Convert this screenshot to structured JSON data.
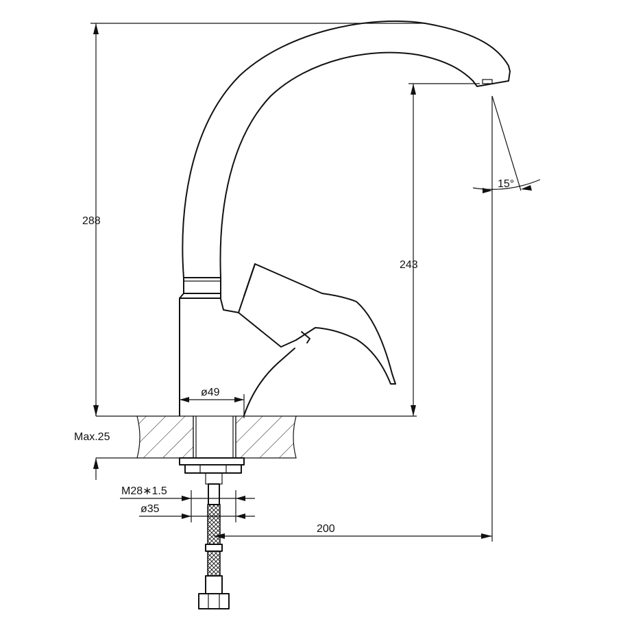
{
  "dimensions": {
    "total_height": "288",
    "spout_height": "243",
    "base_diameter": "ø49",
    "max_counter": "Max.25",
    "thread": "M28∗1.5",
    "shank_diameter": "ø35",
    "reach": "200",
    "swivel_angle": "15°"
  }
}
